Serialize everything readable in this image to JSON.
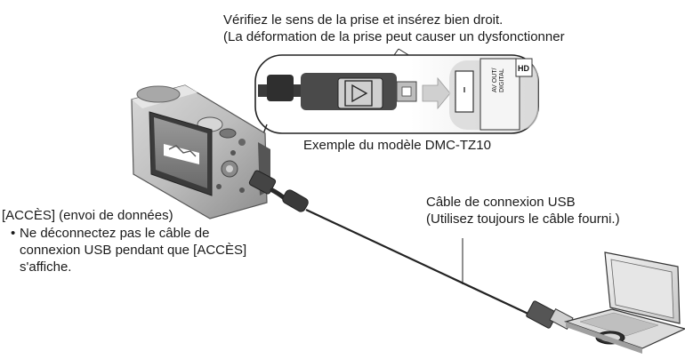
{
  "top_note": {
    "line1": "Vérifiez le sens de la prise et insérez bien droit.",
    "line2": "(La déformation de la prise peut causer un dysfonctionner"
  },
  "model_caption": "Exemple du modèle DMC-TZ10",
  "cable_label": {
    "line1": "Câble de connexion USB",
    "line2": "(Utilisez toujours le câble fourni.)"
  },
  "access_note": {
    "title": "[ACCÈS] (envoi de données)",
    "bullet": "•",
    "line1": "Ne déconnectez pas le câble de",
    "line2": "connexion USB pendant que [ACCÈS]",
    "line3": "s'affiche."
  },
  "port_labels": {
    "av_out": "AV OUT/",
    "digital": "DIGITAL",
    "hdmi": "HD"
  }
}
